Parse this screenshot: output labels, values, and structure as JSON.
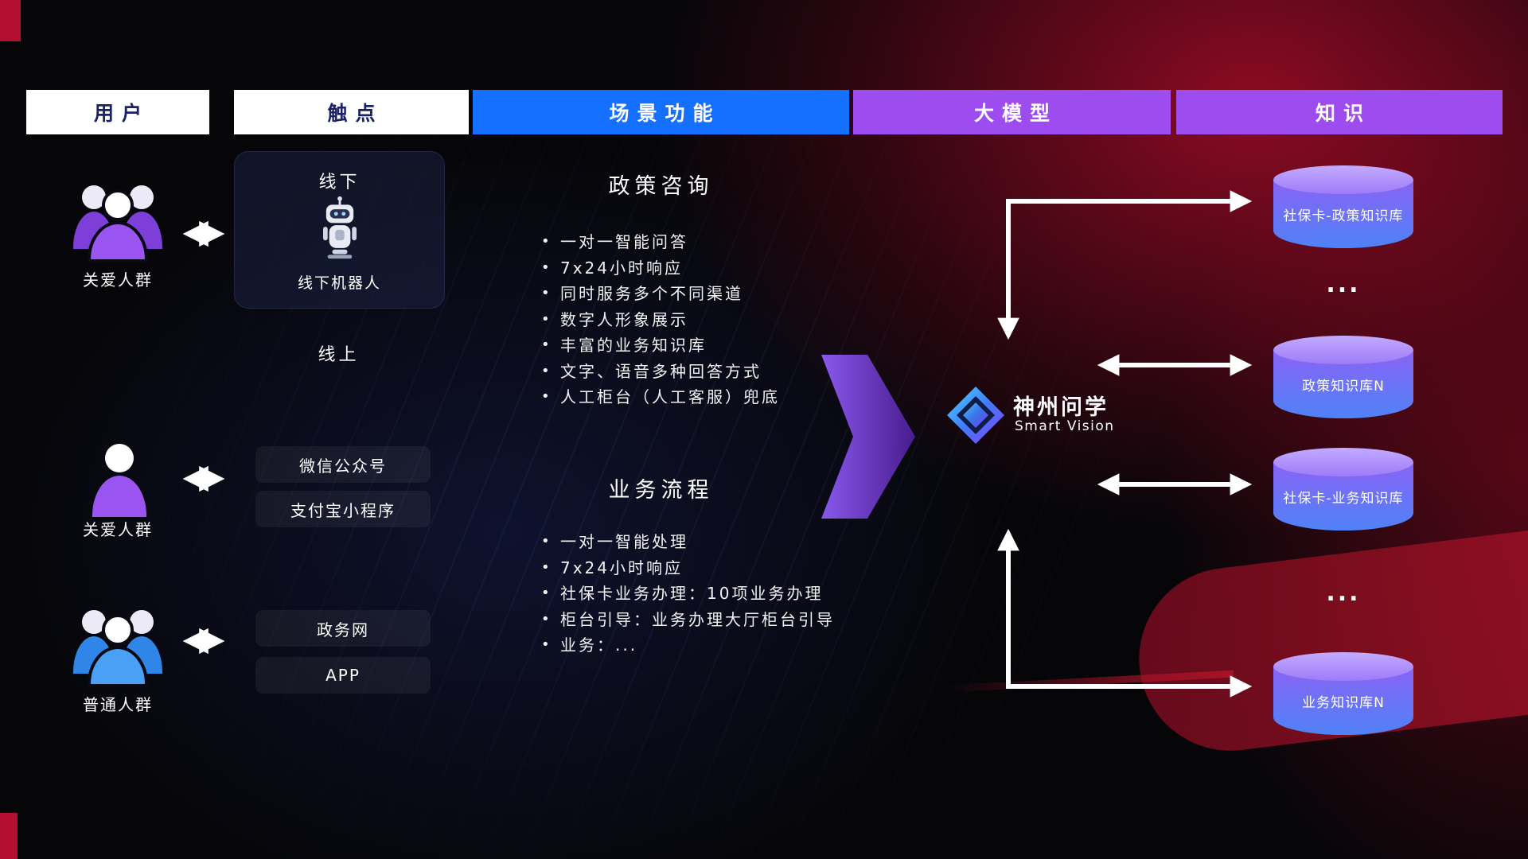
{
  "header": {
    "users": "用户",
    "touchpoints": "触点",
    "scenarios": "场景功能",
    "model": "大模型",
    "knowledge": "知识"
  },
  "users": {
    "groups": [
      {
        "label": "关爱人群"
      },
      {
        "label": "关爱人群"
      },
      {
        "label": "普通人群"
      }
    ]
  },
  "touchpoints": {
    "offline_title": "线下",
    "offline_caption": "线下机器人",
    "online_title": "线上",
    "channels": [
      {
        "label": "微信公众号"
      },
      {
        "label": "支付宝小程序"
      },
      {
        "label": "政务网"
      },
      {
        "label": "APP"
      }
    ]
  },
  "scenarios": {
    "policy": {
      "title": "政策咨询",
      "items": [
        "一对一智能问答",
        "7x24小时响应",
        "同时服务多个不同渠道",
        "数字人形象展示",
        "丰富的业务知识库",
        "文字、语音多种回答方式",
        "人工柜台（人工客服）兜底"
      ]
    },
    "business": {
      "title": "业务流程",
      "items": [
        "一对一智能处理",
        "7x24小时响应",
        "社保卡业务办理：10项业务办理",
        "柜台引导：业务办理大厅柜台引导",
        "业务：..."
      ]
    }
  },
  "model": {
    "name": "神州问学",
    "subtitle": "Smart Vision"
  },
  "knowledge": {
    "ellipsis": "...",
    "databases": [
      {
        "label": "社保卡-政策知识库"
      },
      {
        "label": "政策知识库N"
      },
      {
        "label": "社保卡-业务知识库"
      },
      {
        "label": "业务知识库N"
      }
    ]
  },
  "colors": {
    "header_blue": "#156fff",
    "header_purple": "#9d4cf0",
    "header_text_dark": "#1b2168",
    "people_purple": "#9a55f0",
    "people_purple_dark": "#7e3fd8",
    "people_blue": "#4aa0f5",
    "people_blue_dark": "#2f86e8",
    "db_from": "#8a63f5",
    "db_to": "#4f82f7",
    "arrow_color": "#ffffff"
  }
}
